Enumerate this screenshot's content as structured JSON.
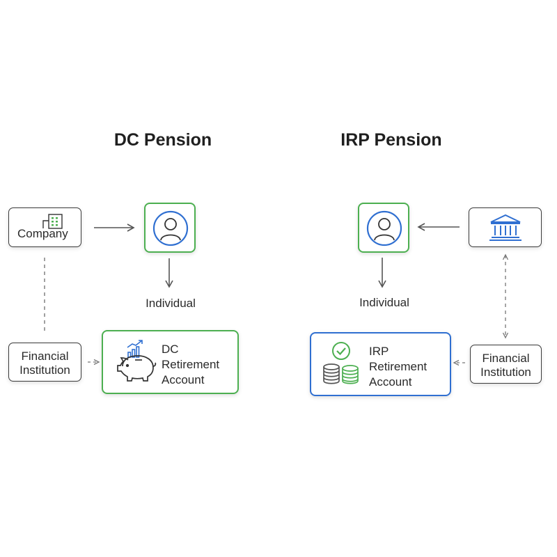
{
  "dc": {
    "title": "DC Pension",
    "company_label": "Company",
    "individual_label": "Individual",
    "fi_line1": "Financial",
    "fi_line2": "Institution",
    "account_line1": "DC",
    "account_line2": "Retirement",
    "account_line3": "Account"
  },
  "irp": {
    "title": "IRP Pension",
    "individual_label": "Individual",
    "fi_line1": "Financial",
    "fi_line2": "Institution",
    "account_line1": "IRP",
    "account_line2": "Retirement",
    "account_line3": "Account"
  },
  "icons": {
    "company": "building-icon",
    "individual": "person-icon",
    "institution": "bank-icon",
    "dc_account": "piggy-bank-icon",
    "irp_account": "coins-check-icon"
  },
  "colors": {
    "accent_green": "#4caf50",
    "accent_blue": "#2f6fd1",
    "line": "#555555"
  }
}
